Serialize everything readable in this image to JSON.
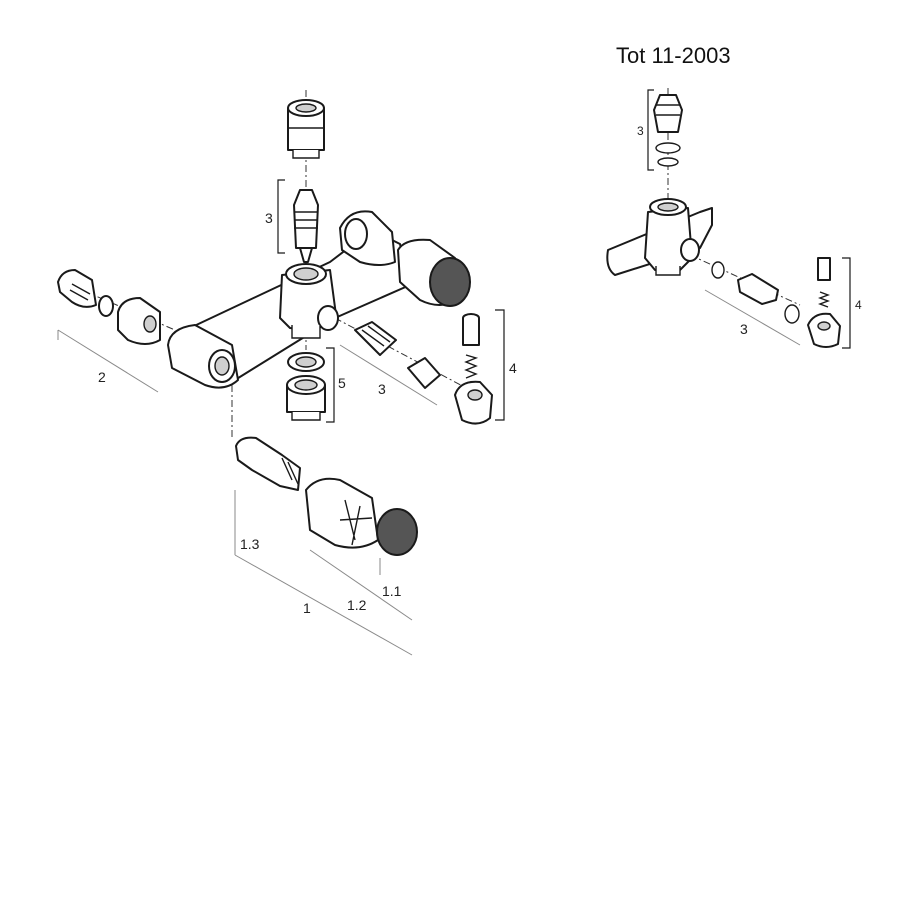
{
  "header": {
    "title": "Tot 11-2003"
  },
  "labels": {
    "main_handle_group": "1",
    "main_cap": "1.1",
    "main_handle": "1.2",
    "main_cartridge": "1.3",
    "main_wall_union": "2",
    "main_top_cartridge": "3",
    "main_side_cartridge": "3",
    "main_lever_group": "4",
    "main_outlet_nut": "5",
    "inset_top_cartridge": "3",
    "inset_side_cartridge": "3",
    "inset_lever_group": "4"
  }
}
